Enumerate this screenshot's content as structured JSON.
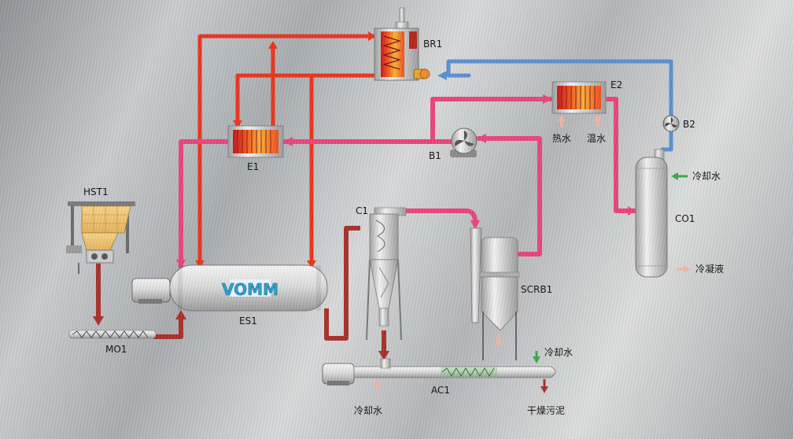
{
  "labels": {
    "br1": "BR1",
    "e1": "E1",
    "e2": "E2",
    "b1": "B1",
    "b2": "B2",
    "hst1": "HST1",
    "mo1": "MO1",
    "es1": "ES1",
    "brand": "VOMM",
    "c1": "C1",
    "scrb1": "SCRB1",
    "co1": "CO1",
    "ac1": "AC1",
    "hot_water": "热水",
    "warm_water": "温水",
    "cooling_water_co1": "冷却水",
    "condensate": "冷凝液",
    "cooling_water_ac1_top": "冷却水",
    "cooling_water_ac1_bottom": "冷却水",
    "dried_sludge": "干燥污泥"
  },
  "colors": {
    "thermal_oil": "#e8341e",
    "air_loop": "#e8447c",
    "sludge": "#a8302a",
    "gas_return": "#5a8fd0",
    "cooling_in": "#3aa847",
    "flow_out": "#f4b3a3"
  }
}
